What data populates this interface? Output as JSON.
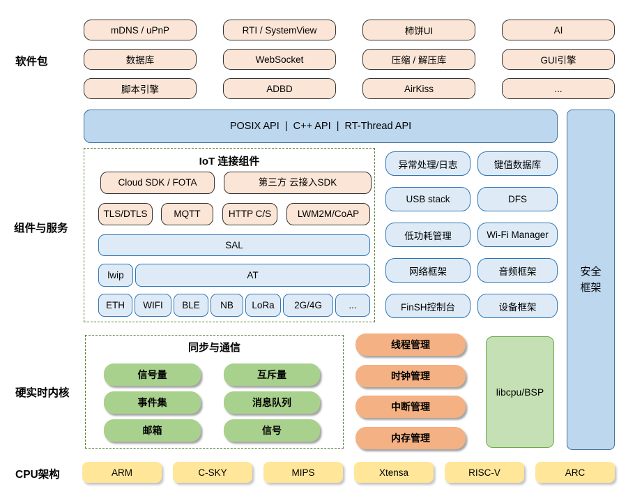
{
  "side_labels": {
    "packages": "软件包",
    "components": "组件与服务",
    "kernel": "硬实时内核",
    "cpu": "CPU架构"
  },
  "packages": {
    "items": [
      "mDNS / uPnP",
      "RTI / SystemView",
      "柿饼UI",
      "AI",
      "数据库",
      "WebSocket",
      "压缩 / 解压库",
      "GUI引擎",
      "脚本引擎",
      "ADBD",
      "AirKiss",
      "..."
    ]
  },
  "api_bar": {
    "label": "POSIX API  |  C++ API  |  RT-Thread API"
  },
  "security_bar": {
    "line1": "安全",
    "line2": "框架"
  },
  "iot": {
    "title": "IoT 连接组件",
    "cloud_sdk": "Cloud SDK / FOTA",
    "third_party_sdk": "第三方 云接入SDK",
    "protocols": [
      "TLS/DTLS",
      "MQTT",
      "HTTP C/S",
      "LWM2M/CoAP"
    ],
    "sal": "SAL",
    "lwip": "lwip",
    "at": "AT",
    "links": [
      "ETH",
      "WIFI",
      "BLE",
      "NB",
      "LoRa",
      "2G/4G",
      "..."
    ]
  },
  "services": {
    "items": [
      "异常处理/日志",
      "键值数据库",
      "USB stack",
      "DFS",
      "低功耗管理",
      "Wi-Fi Manager",
      "网络框架",
      "音频框架",
      "FinSH控制台",
      "设备框架"
    ]
  },
  "sync": {
    "title": "同步与通信",
    "items": [
      "信号量",
      "互斥量",
      "事件集",
      "消息队列",
      "邮箱",
      "信号"
    ]
  },
  "mgmt": {
    "items": [
      "线程管理",
      "时钟管理",
      "中断管理",
      "内存管理"
    ]
  },
  "libcpu": {
    "label": "libcpu/BSP"
  },
  "cpu": {
    "items": [
      "ARM",
      "C-SKY",
      "MIPS",
      "Xtensa",
      "RISC-V",
      "ARC"
    ]
  },
  "colors": {
    "peach": "#FBE5D6",
    "blue_mid": "#BDD7EE",
    "blue_light": "#DEEBF7",
    "blue_border": "#2E75B6",
    "green": "#A9D18E",
    "green_light": "#C5E0B4",
    "green_border": "#6FA84F",
    "orange": "#F4B183",
    "yellow": "#FFE699",
    "dash_border": "#538135"
  }
}
